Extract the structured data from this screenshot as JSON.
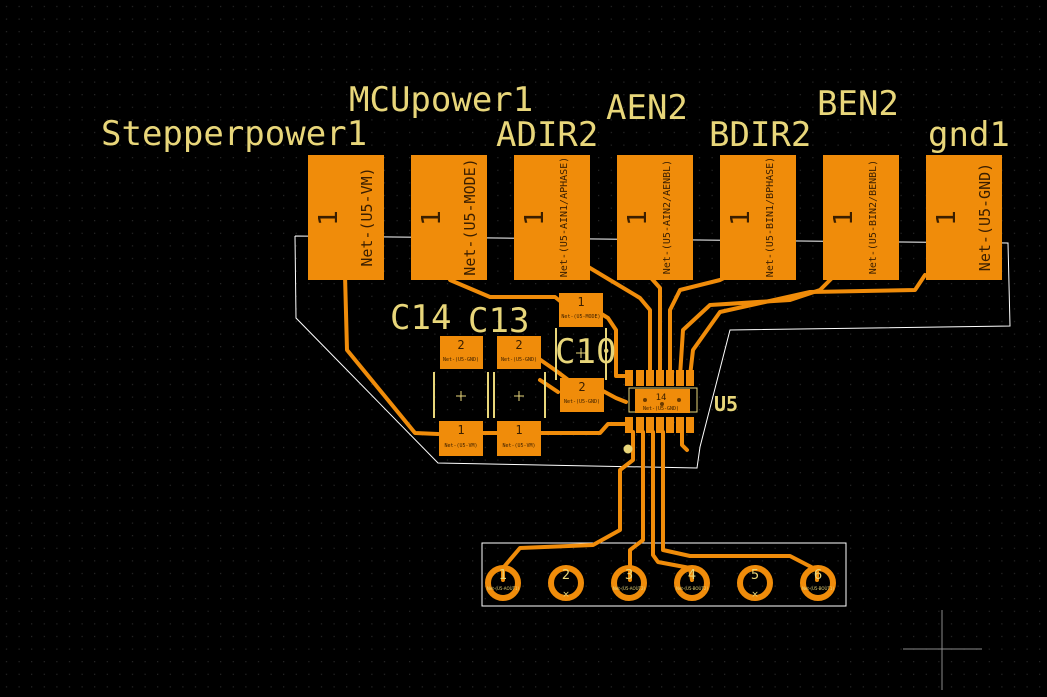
{
  "colors": {
    "background": "#000000",
    "copper": "#f08c0a",
    "silkscreen": "#e8d67a",
    "edge": "#ffffff",
    "grid": "#3a3a3a"
  },
  "labels": {
    "stepperpower": "Stepperpower1",
    "mcupower": "MCUpower1",
    "adir": "ADIR2",
    "aen": "AEN2",
    "bdir": "BDIR2",
    "ben": "BEN2",
    "gnd": "gnd1",
    "c14": "C14",
    "c13": "C13",
    "c10": "C10",
    "u5": "U5"
  },
  "big_pads": [
    {
      "num": "1",
      "net": "Net-(U5-VM)"
    },
    {
      "num": "1",
      "net": "Net-(U5-MODE)"
    },
    {
      "num": "1",
      "net": "Net-(U5-AIN1/APHASE)"
    },
    {
      "num": "1",
      "net": "Net-(U5-AIN2/AENBL)"
    },
    {
      "num": "1",
      "net": "Net-(U5-BIN1/BPHASE)"
    },
    {
      "num": "1",
      "net": "Net-(U5-BIN2/BENBL)"
    },
    {
      "num": "1",
      "net": "Net-(U5-GND)"
    }
  ],
  "small_pads": {
    "c10_p1": {
      "num": "1",
      "net": "Net-(U5-MODE)"
    },
    "c10_p2": {
      "num": "2",
      "net": "Net-(U5-GND)"
    },
    "c14_p2": {
      "num": "2",
      "net": "Net-(U5-GND)"
    },
    "c14_p1": {
      "num": "1",
      "net": "Net-(U5-VM)"
    },
    "c13_p2": {
      "num": "2",
      "net": "Net-(U5-GND)"
    },
    "c13_p1": {
      "num": "1",
      "net": "Net-(U5-VM)"
    },
    "u5_ep": {
      "num": "14",
      "net": "Net-(U5-GND)"
    }
  },
  "connector_pins": [
    {
      "num": "1",
      "net": "Net-(U5-AOUT1)"
    },
    {
      "num": "2",
      "net": "×"
    },
    {
      "num": "3",
      "net": "Net-(U5-AOUT2)"
    },
    {
      "num": "4",
      "net": "Net-(U5-BOUT2)"
    },
    {
      "num": "5",
      "net": "×"
    },
    {
      "num": "6",
      "net": "Net-(U5-BOUT1)"
    }
  ]
}
